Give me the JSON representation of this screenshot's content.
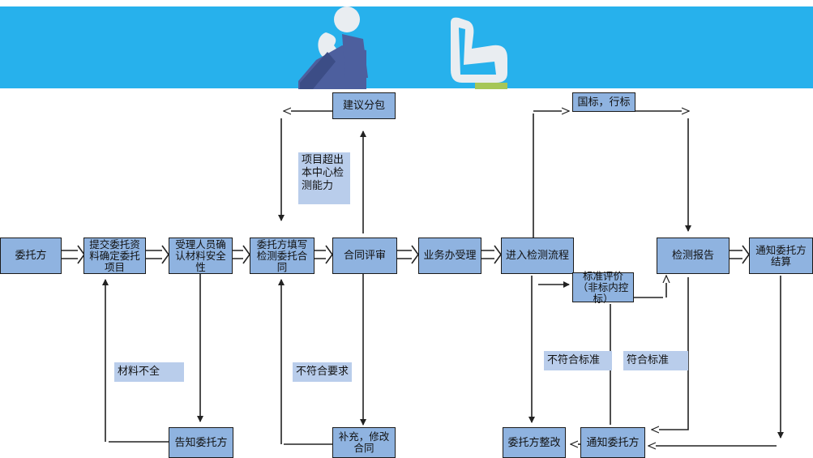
{
  "boxes": {
    "client": "委托方",
    "submit_materials": "提交委托资料确定委托项目",
    "staff_confirm": "受理人员确认材料安全性",
    "fill_contract": "委托方填写检测委托合同",
    "contract_review": "合同评审",
    "business_accept": "业务办受理",
    "enter_testing": "进入检测流程",
    "test_report": "检测报告",
    "notify_settle": "通知委托方结算",
    "suggest_subcontract": "建议分包",
    "national_standard": "国标，行标",
    "standard_eval": "标准评价（非标内控标）",
    "notify_client_bottom": "告知委托方",
    "supplement_modify": "补充，修改合同",
    "client_rectify": "委托方整改",
    "notify_client": "通知委托方"
  },
  "labels": {
    "beyond_capability": "项目超出本中心检测能力",
    "materials_incomplete": "材料不全",
    "not_meet_requirements": "不符合要求",
    "not_meet_standard": "不符合标准",
    "meet_standard": "符合标准"
  },
  "colors": {
    "banner": "#27b1ec",
    "box_fill": "#8fb3e0",
    "label_fill": "#b9cdeb",
    "figure_navy": "#4d5f9e",
    "figure_light": "#e9edf1",
    "figure_green": "#a6c658"
  }
}
